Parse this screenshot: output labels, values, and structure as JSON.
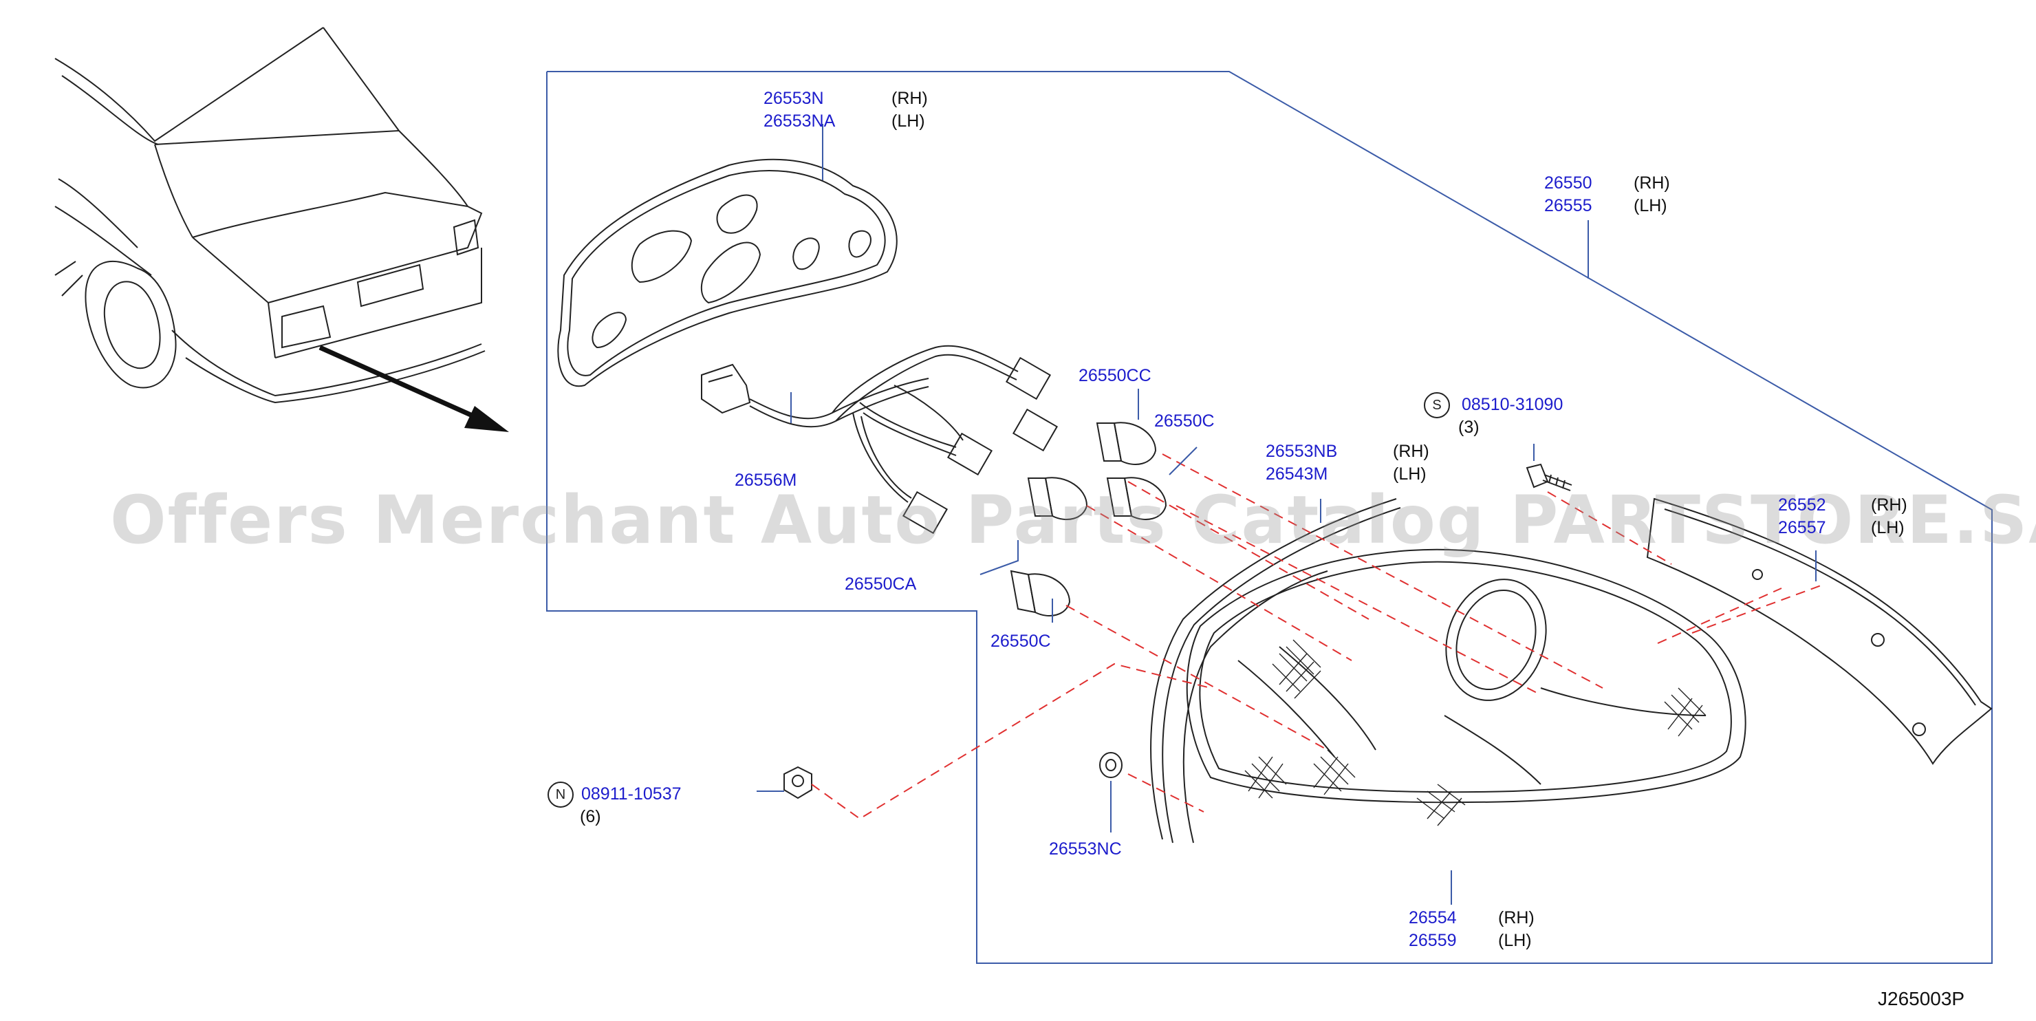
{
  "diagram_code": "J265003P",
  "watermark": "Offers Merchant Auto Parts Catalog PARTSTORE.SA",
  "colors": {
    "part_number": "#1c1ccc",
    "leader": "#3b5ba8",
    "dashed": "#e03030",
    "line": "#222222"
  },
  "labels": {
    "lens_gasket": {
      "pn": [
        "26553N",
        "26553NA"
      ],
      "side": [
        "(RH)",
        "(LH)"
      ]
    },
    "assembly": {
      "pn": [
        "26550",
        "26555"
      ],
      "side": [
        "(RH)",
        "(LH)"
      ]
    },
    "bulb_cc": {
      "pn": [
        "26550CC"
      ]
    },
    "bulb_c_top": {
      "pn": [
        "26550C"
      ]
    },
    "bulb_ca": {
      "pn": [
        "26550CA"
      ]
    },
    "bulb_c_bottom": {
      "pn": [
        "26550C"
      ]
    },
    "harness": {
      "pn": [
        "26556M"
      ]
    },
    "screw": {
      "badge": "S",
      "pn": [
        "08510-31090"
      ],
      "qty": "(3)"
    },
    "seal": {
      "pn": [
        "26553NB",
        "26543M"
      ],
      "side": [
        "(RH)",
        "(LH)"
      ]
    },
    "garnish": {
      "pn": [
        "26552",
        "26557"
      ],
      "side": [
        "(RH)",
        "(LH)"
      ]
    },
    "nut": {
      "badge": "N",
      "pn": [
        "08911-10537"
      ],
      "qty": "(6)"
    },
    "washer": {
      "pn": [
        "26553NC"
      ]
    },
    "lens_body": {
      "pn": [
        "26554",
        "26559"
      ],
      "side": [
        "(RH)",
        "(LH)"
      ]
    }
  }
}
